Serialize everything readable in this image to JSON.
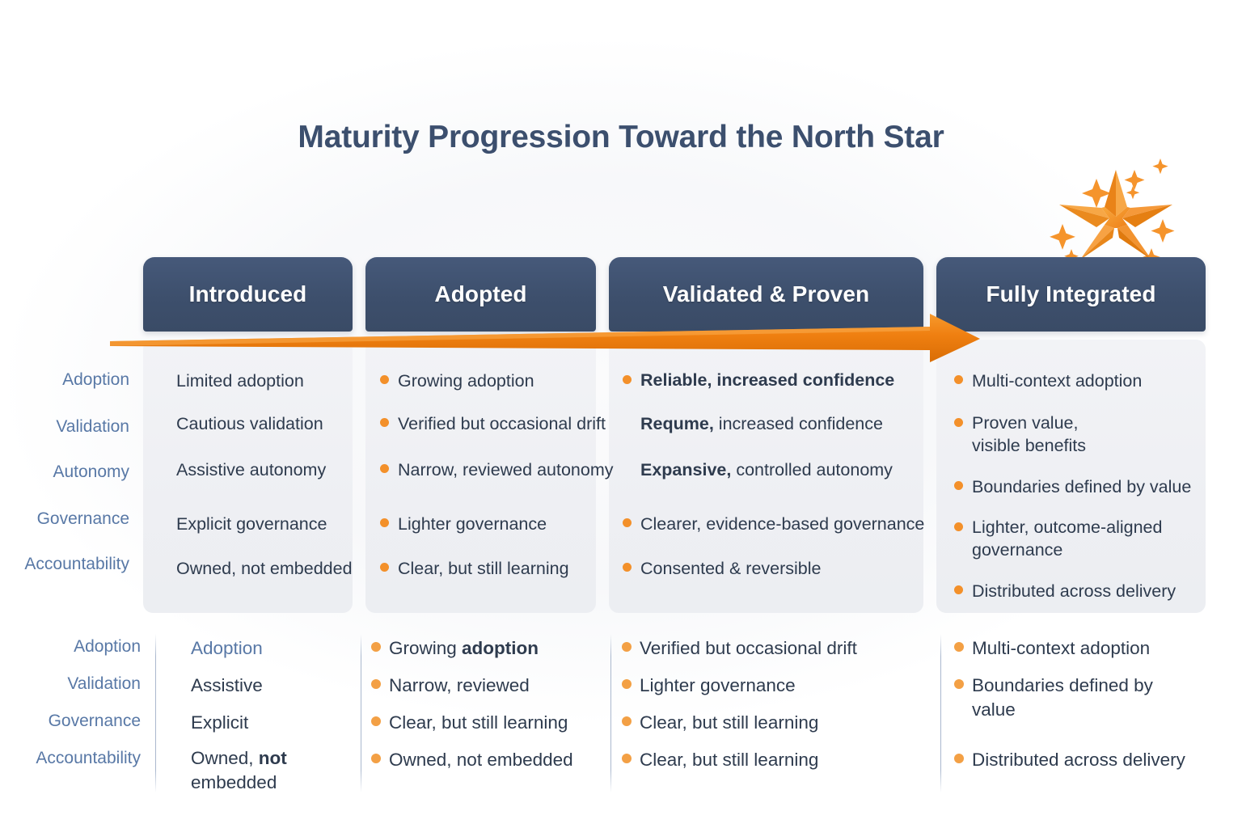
{
  "title": "Maturity Progression Toward the North Star",
  "colors": {
    "header_navy": "#3d4f6c",
    "accent_orange": "#f3902a",
    "label_blue": "#5878a6",
    "body_text": "#2e3b4e",
    "card_bg": "#eeeff3",
    "page_bg": "#ffffff"
  },
  "icons": {
    "star": "north-star-icon",
    "arrow": "progression-arrow-icon"
  },
  "stages": [
    {
      "label": "Introduced"
    },
    {
      "label": "Adopted"
    },
    {
      "label": "Validated & Proven"
    },
    {
      "label": "Fully Integrated"
    }
  ],
  "upper": {
    "row_labels": [
      "Adoption",
      "Validation",
      "Autonomy",
      "Governance",
      "Accountability"
    ],
    "col1": [
      "Limited adoption",
      "Cautious validation",
      "Assistive autonomy",
      "Explicit governance",
      "Owned, not embedded"
    ],
    "col2": [
      "Growing adoption",
      "Verified but occasional drift",
      "Narrow, reviewed autonomy",
      "Lighter governance",
      "Clear, but still learning"
    ],
    "col3": [
      "Reliable, increased confidence",
      "Requme, increased confidence",
      "Expansive, controlled autonomy",
      "Clearer, evidence-based governance",
      "Consented & reversible"
    ],
    "col3_bold_prefix": {
      "row1": "Requme,",
      "row1_rest": " increased confidence",
      "row2": "Expansive,",
      "row2_rest": " controlled autonomy"
    },
    "col4": [
      "Multi-context adoption",
      "Proven value, visible benefits",
      "Boundaries defined by value",
      "Lighter, outcome-aligned governance",
      "Distributed across delivery"
    ]
  },
  "lower": {
    "row_labels": [
      "Adoption",
      "Validation",
      "Governance",
      "Accountability"
    ],
    "col1": [
      "Adoption",
      "Assistive",
      "Explicit"
    ],
    "col1_last_pre": "Owned, ",
    "col1_last_bold": "not",
    "col1_last_post": " embedded",
    "col2": [
      "Narrow, reviewed",
      "Clear, but still learning",
      "Owned, not embedded"
    ],
    "col2_first_pre": "Growing ",
    "col2_first_bold": "adoption",
    "col3": [
      "Verified but occasional drift",
      "Lighter governance",
      "Clear, but still learning",
      "Clear, but still learning"
    ],
    "col4": [
      "Multi-context adoption",
      "Boundaries defined by value",
      "Distributed across delivery"
    ]
  }
}
